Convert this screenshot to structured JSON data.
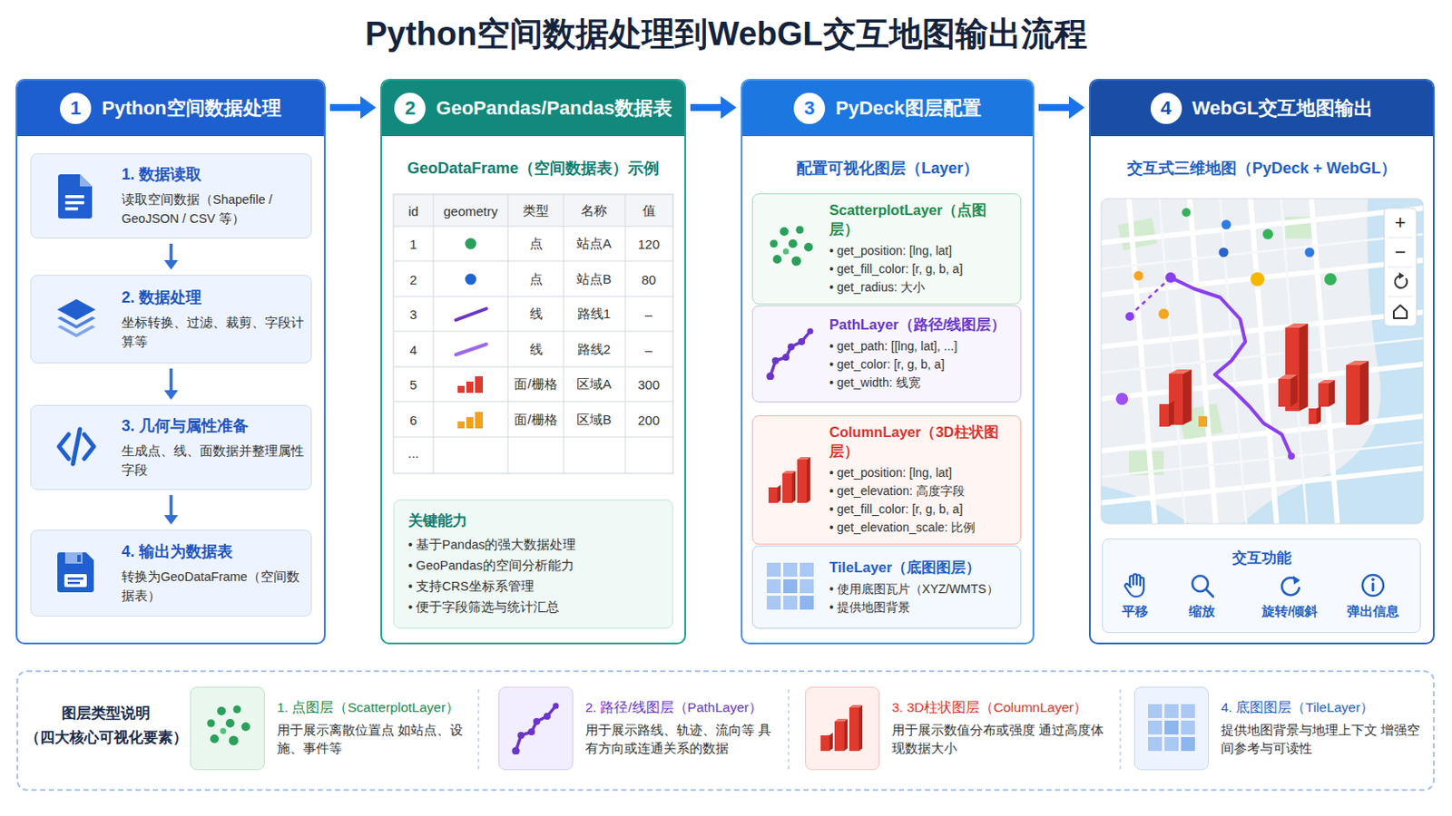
{
  "diagram": {
    "title": "Python空间数据处理到WebGL交互地图输出流程",
    "nodes": [
      {
        "text": [
          "1",
          "Python空间数据处理"
        ]
      },
      {
        "text": [
          "1. 数据读取",
          "读取空间数据（Shapefile / GeoJSON / CSV 等）"
        ],
        "in": 0
      },
      {
        "text": [
          "2. 数据处理",
          "坐标转换、过滤、裁剪、字段计算等"
        ],
        "in": 0
      },
      {
        "text": [
          "3. 几何与属性准备",
          "生成点、线、面数据并整理属性字段"
        ],
        "in": 0
      },
      {
        "text": [
          "4. 输出为数据表",
          "转换为GeoDataFrame（空间数据表）"
        ],
        "in": 0
      },
      {
        "text": [
          "2",
          "GeoPandas/Pandas数据表",
          "GeoDataFrame（空间数据表）示例"
        ]
      },
      {
        "text": [
          "关键能力",
          "• 基于Pandas的强大数据处理",
          "• GeoPandas的空间分析能力",
          "• 支持CRS坐标系管理",
          "• 便于字段筛选与统计汇总"
        ],
        "in": 5
      },
      {
        "text": [
          "3",
          "PyDeck图层配置",
          "配置可视化图层（Layer）"
        ]
      },
      {
        "text": [
          "ScatterplotLayer（点图层）",
          "• get_position: [lng, lat]",
          "• get_fill_color: [r, g, b, a]",
          "• get_radius: 大小"
        ],
        "in": 7
      },
      {
        "text": [
          "PathLayer（路径/线图层）",
          "• get_path: [[lng, lat], ...]",
          "• get_color: [r, g, b, a]",
          "• get_width: 线宽"
        ],
        "in": 7
      },
      {
        "text": [
          "ColumnLayer（3D柱状图层）",
          "• get_position: [lng, lat]",
          "• get_elevation: 高度字段",
          "• get_fill_color: [r, g, b, a]",
          "• get_elevation_scale: 比例"
        ],
        "in": 7
      },
      {
        "text": [
          "TileLayer（底图图层）",
          "• 使用底图瓦片（XYZ/WMTS）",
          "• 提供地图背景"
        ],
        "in": 7
      },
      {
        "text": [
          "4",
          "WebGL交互地图输出",
          "交互式三维地图（PyDeck + WebGL）"
        ]
      },
      {
        "text": [
          "交互功能",
          "平移",
          "缩放",
          "旋转/倾斜",
          "弹出信息"
        ],
        "in": 12
      },
      {
        "text": [
          "图层类型说明",
          "（四大核心可视化要素）"
        ]
      },
      {
        "text": [
          "1. 点图层（ScatterplotLayer）",
          "用于展示离散位置点 如站点、设施、事件等"
        ],
        "in": 14
      },
      {
        "text": [
          "2. 路径/线图层（PathLayer）",
          "用于展示路线、轨迹、流向等 具有方向或连通关系的数据"
        ],
        "in": 14
      },
      {
        "text": [
          "3. 3D柱状图层（ColumnLayer）",
          "用于展示数值分布或强度 通过高度体现数据大小"
        ],
        "in": 14
      },
      {
        "text": [
          "4. 底图图层（TileLayer）",
          "提供地图背景与地理上下文 增强空间参考与可读性"
        ],
        "in": 14
      }
    ],
    "edges": [
      {
        "from": 0,
        "to": 5,
        "arrow": "to"
      },
      {
        "from": 5,
        "to": 7,
        "arrow": "to"
      },
      {
        "from": 7,
        "to": 12,
        "arrow": "to"
      },
      {
        "from": 1,
        "to": 2,
        "arrow": "to"
      },
      {
        "from": 2,
        "to": 3,
        "arrow": "to"
      },
      {
        "from": 3,
        "to": 4,
        "arrow": "to"
      }
    ],
    "labels": [
      "id",
      "geometry",
      "类型",
      "名称",
      "值",
      "1",
      "点",
      "站点A",
      "120",
      "2",
      "点",
      "站点B",
      "80",
      "3",
      "线",
      "路线1",
      "–",
      "4",
      "线",
      "路线2",
      "–",
      "5",
      "面/栅格",
      "区域A",
      "300",
      "6",
      "面/栅格",
      "区域B",
      "200",
      "...",
      "+",
      "−"
    ]
  }
}
